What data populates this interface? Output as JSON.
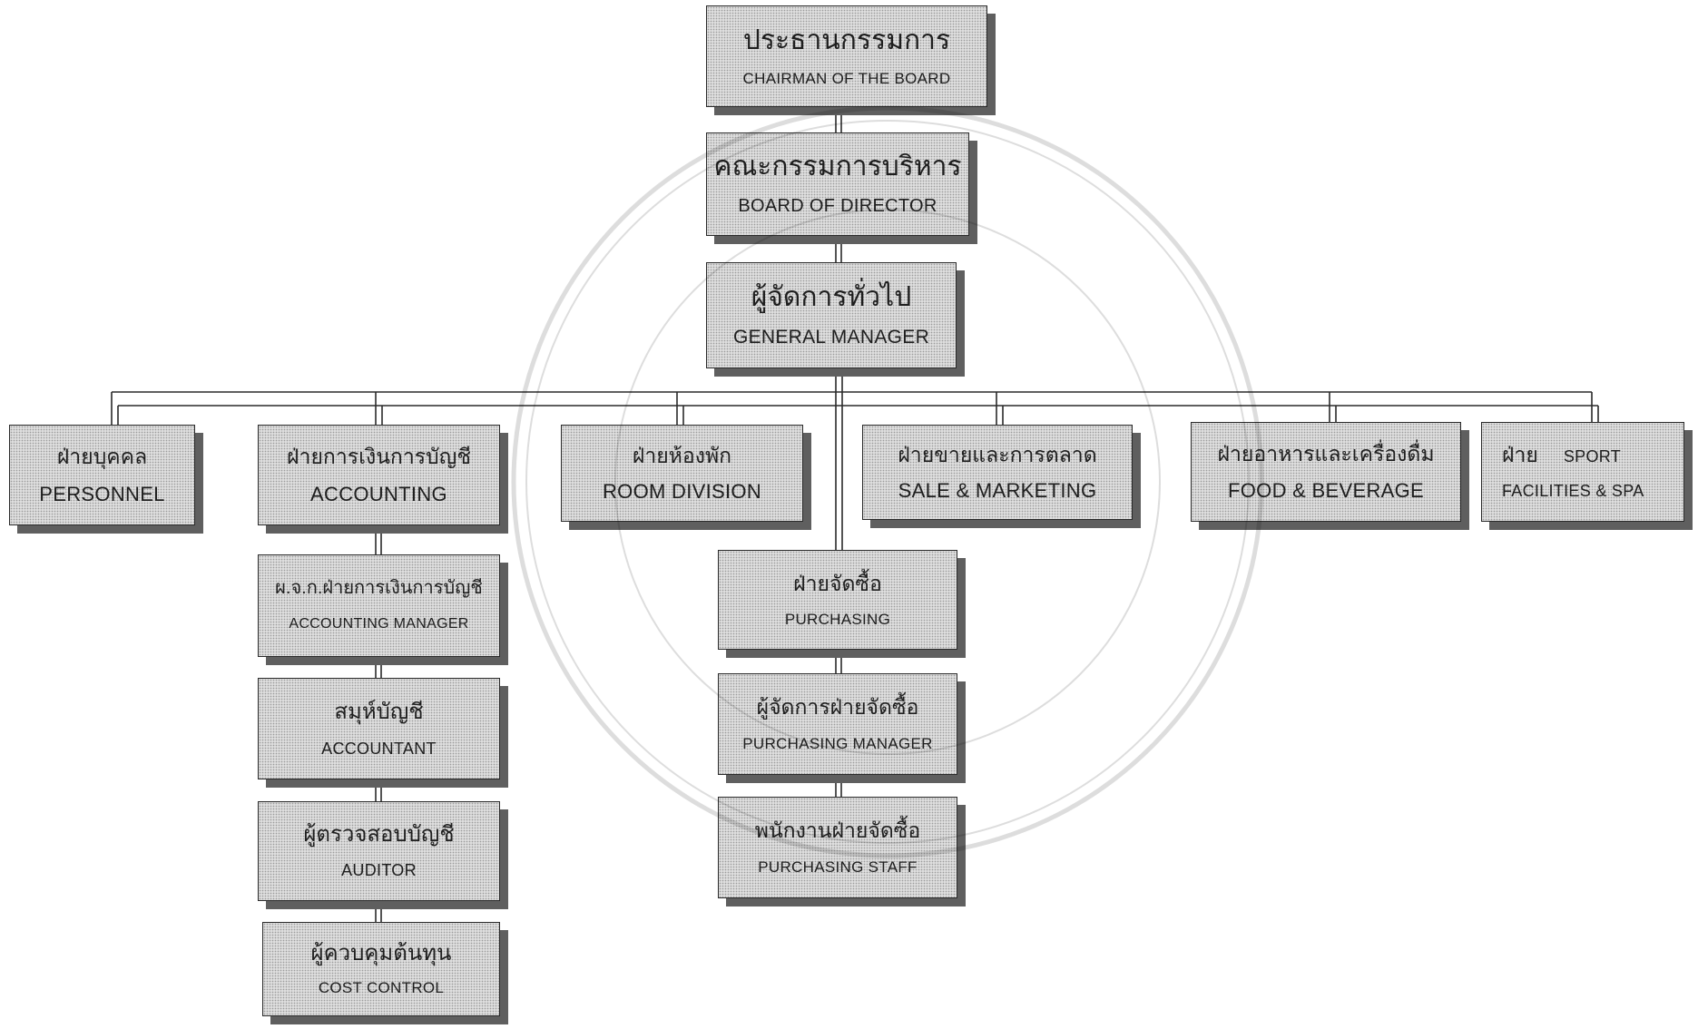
{
  "org_chart": {
    "chairman": {
      "th": "ประธานกรรมการ",
      "en": "CHAIRMAN OF THE BOARD"
    },
    "board": {
      "th": "คณะกรรมการบริหาร",
      "en": "BOARD OF DIRECTOR"
    },
    "general_manager": {
      "th": "ผู้จัดการทั่วไป",
      "en": "GENERAL MANAGER"
    },
    "departments": {
      "personnel": {
        "th": "ฝ่ายบุคคล",
        "en": "PERSONNEL"
      },
      "accounting": {
        "th": "ฝ่ายการเงินการบัญชี",
        "en": "ACCOUNTING"
      },
      "room_division": {
        "th": "ฝ่ายห้องพัก",
        "en": "ROOM DIVISION"
      },
      "sale_marketing": {
        "th": "ฝ่ายขายและการตลาด",
        "en": "SALE & MARKETING"
      },
      "food_beverage": {
        "th": "ฝ่ายอาหารและเครื่องดื่ม",
        "en": "FOOD & BEVERAGE"
      },
      "sport": {
        "th": "ฝ่าย",
        "en": "SPORT",
        "en_line2": "FACILITIES & SPA"
      }
    },
    "accounting_staff": {
      "manager": {
        "th": "ผ.จ.ก.ฝ่ายการเงินการบัญชี",
        "en": "ACCOUNTING MANAGER"
      },
      "accountant": {
        "th": "สมุห์บัญชี",
        "en": "ACCOUNTANT"
      },
      "auditor": {
        "th": "ผู้ตรวจสอบบัญชี",
        "en": "AUDITOR"
      },
      "cost_control": {
        "th": "ผู้ควบคุมต้นทุน",
        "en": "COST CONTROL"
      }
    },
    "purchasing": {
      "department": {
        "th": "ฝ่ายจัดซื้อ",
        "en": "PURCHASING"
      },
      "manager": {
        "th": "ผู้จัดการฝ่ายจัดซื้อ",
        "en": "PURCHASING MANAGER"
      },
      "staff": {
        "th": "พนักงานฝ่ายจัดซื้อ",
        "en": "PURCHASING STAFF"
      }
    }
  },
  "colors": {
    "box_fill": "#dedede",
    "box_shadow": "#5f5f5f",
    "line": "#2a2a2a"
  }
}
